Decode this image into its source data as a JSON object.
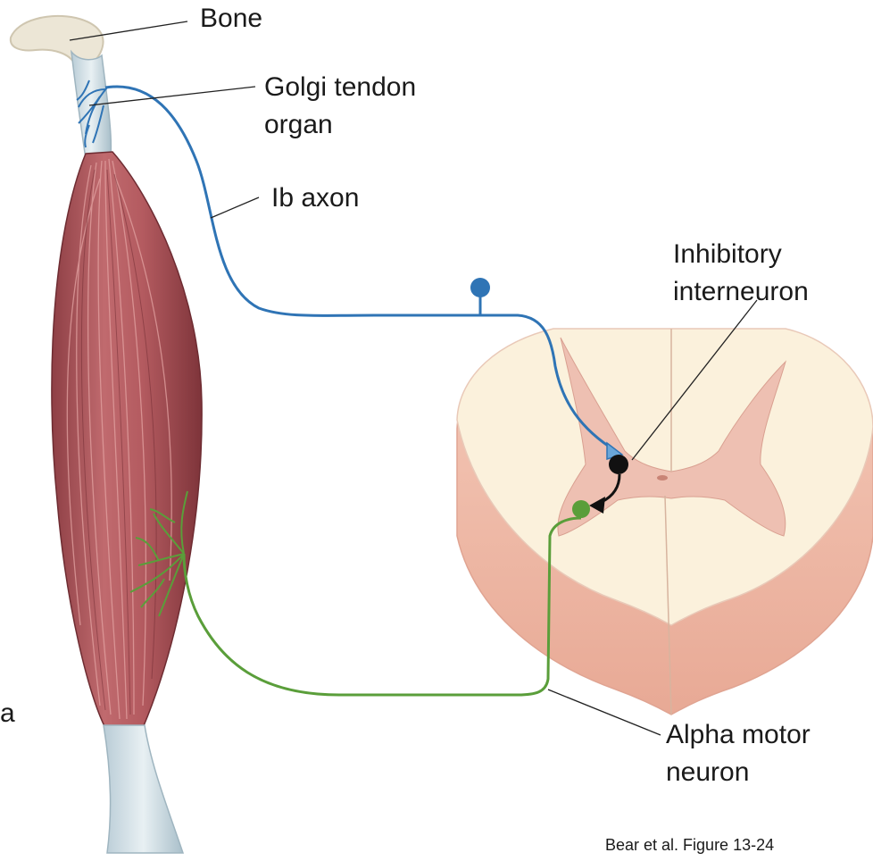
{
  "labels": {
    "bone": "Bone",
    "golgi_line1": "Golgi tendon",
    "golgi_line2": "organ",
    "ib_axon": "Ib axon",
    "inhibitory_line1": "Inhibitory",
    "inhibitory_line2": "interneuron",
    "alpha_line1": "Alpha motor",
    "alpha_line2": "neuron",
    "stray_letter": "a"
  },
  "caption": "Bear et al. Figure 13-24",
  "colors": {
    "ib_axon": "#2f74b5",
    "alpha_motor_neuron": "#5a9e3a",
    "interneuron": "#111111",
    "muscle": "#b05a5f",
    "tendon": "#c9d8e0",
    "bone": "#ece6d6",
    "spinal_white_matter": "#fbf1dc",
    "spinal_gray_matter": "#eec0b2"
  }
}
